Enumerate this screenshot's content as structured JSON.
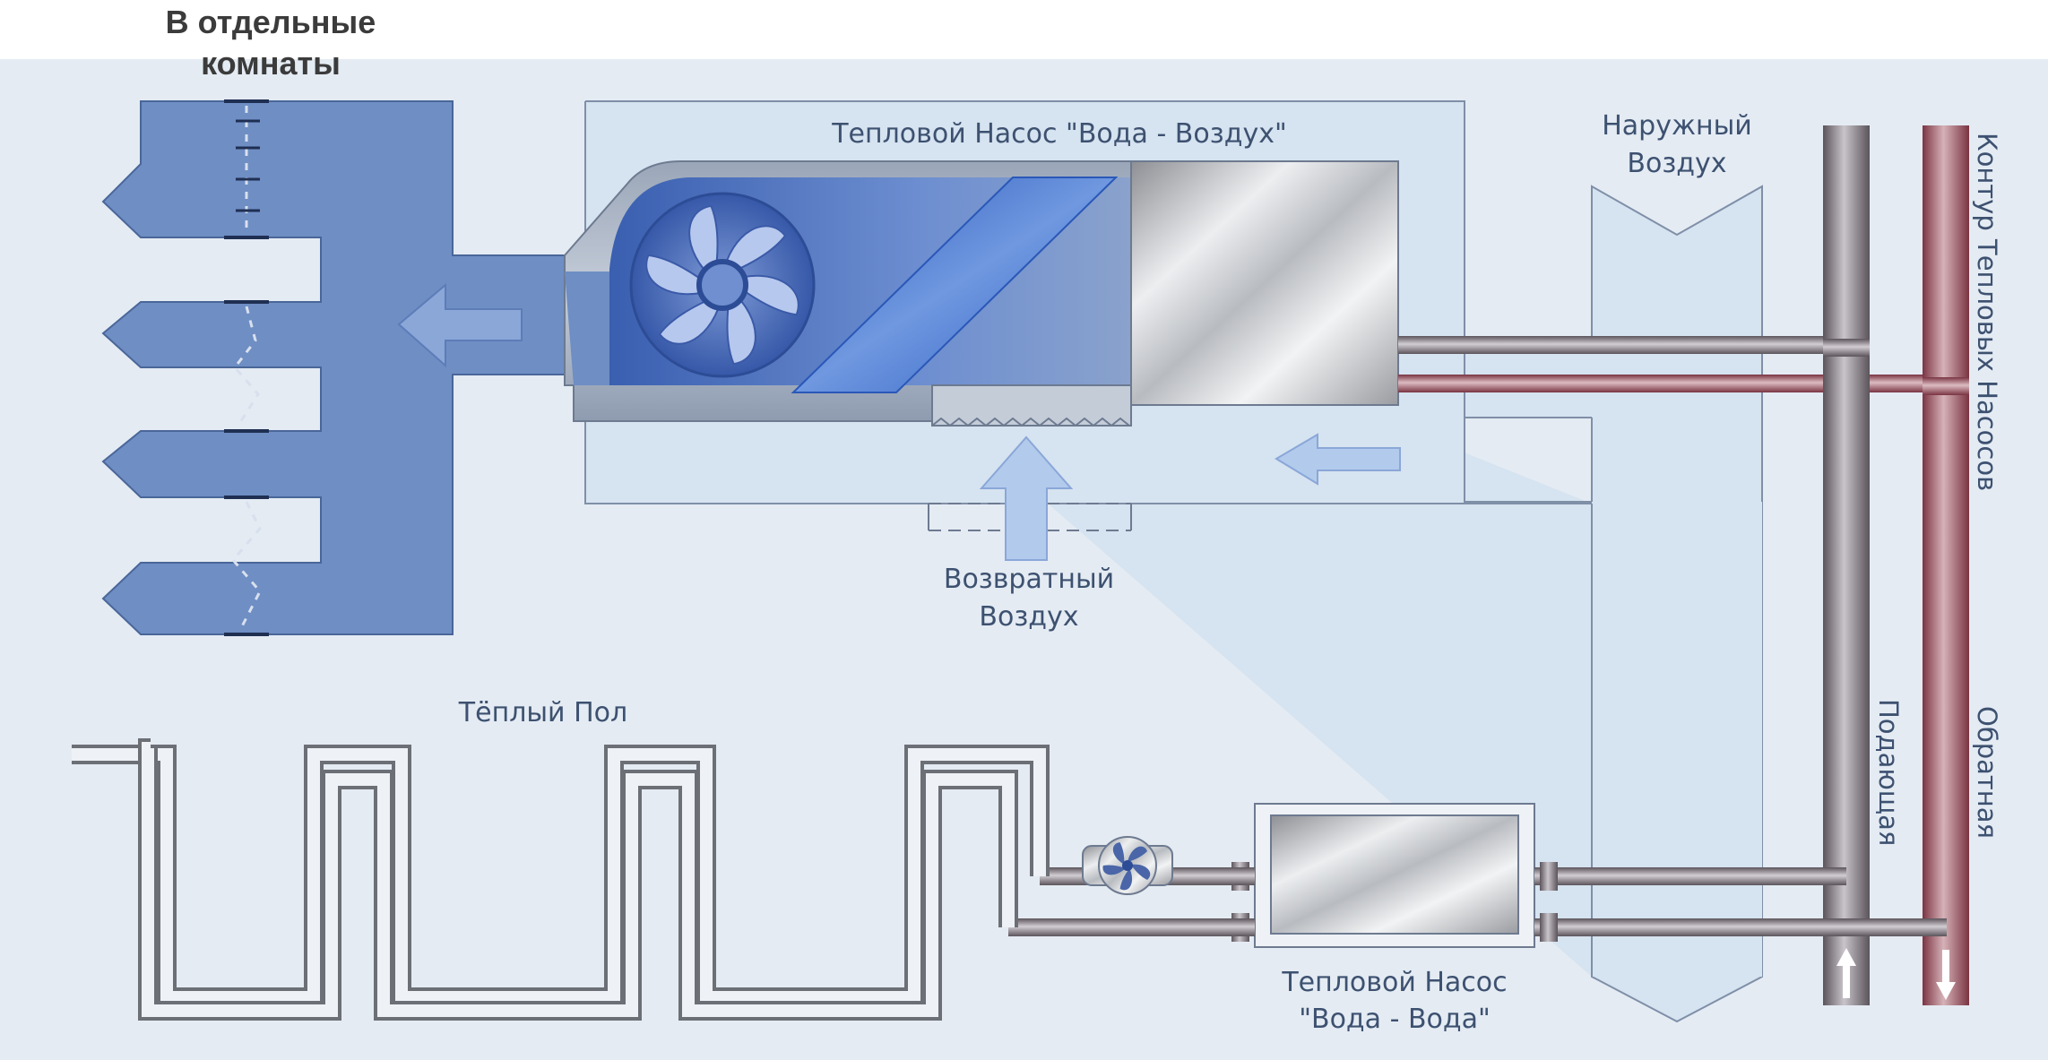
{
  "labels": {
    "rooms_line1": "В отдельные",
    "rooms_line2": "комнаты",
    "air_water_pump": "Тепловой Насос \"Вода - Воздух\"",
    "outside_air_line1": "Наружный",
    "outside_air_line2": "Воздух",
    "return_air_line1": "Возвратный",
    "return_air_line2": "Воздух",
    "warm_floor": "Тёплый Пол",
    "water_water_line1": "Тепловой Насос",
    "water_water_line2": "\"Вода - Вода\"",
    "loop_title": "Контур Тепловых Насосов",
    "supply": "Подающая",
    "return": "Обратная"
  },
  "colors": {
    "background": "#e4ebf3",
    "duct_blue": "#6e8ec4",
    "pale_blue": "#d6e3f0",
    "supply_pipe": "#8a8088",
    "return_pipe": "#9c5c68"
  }
}
